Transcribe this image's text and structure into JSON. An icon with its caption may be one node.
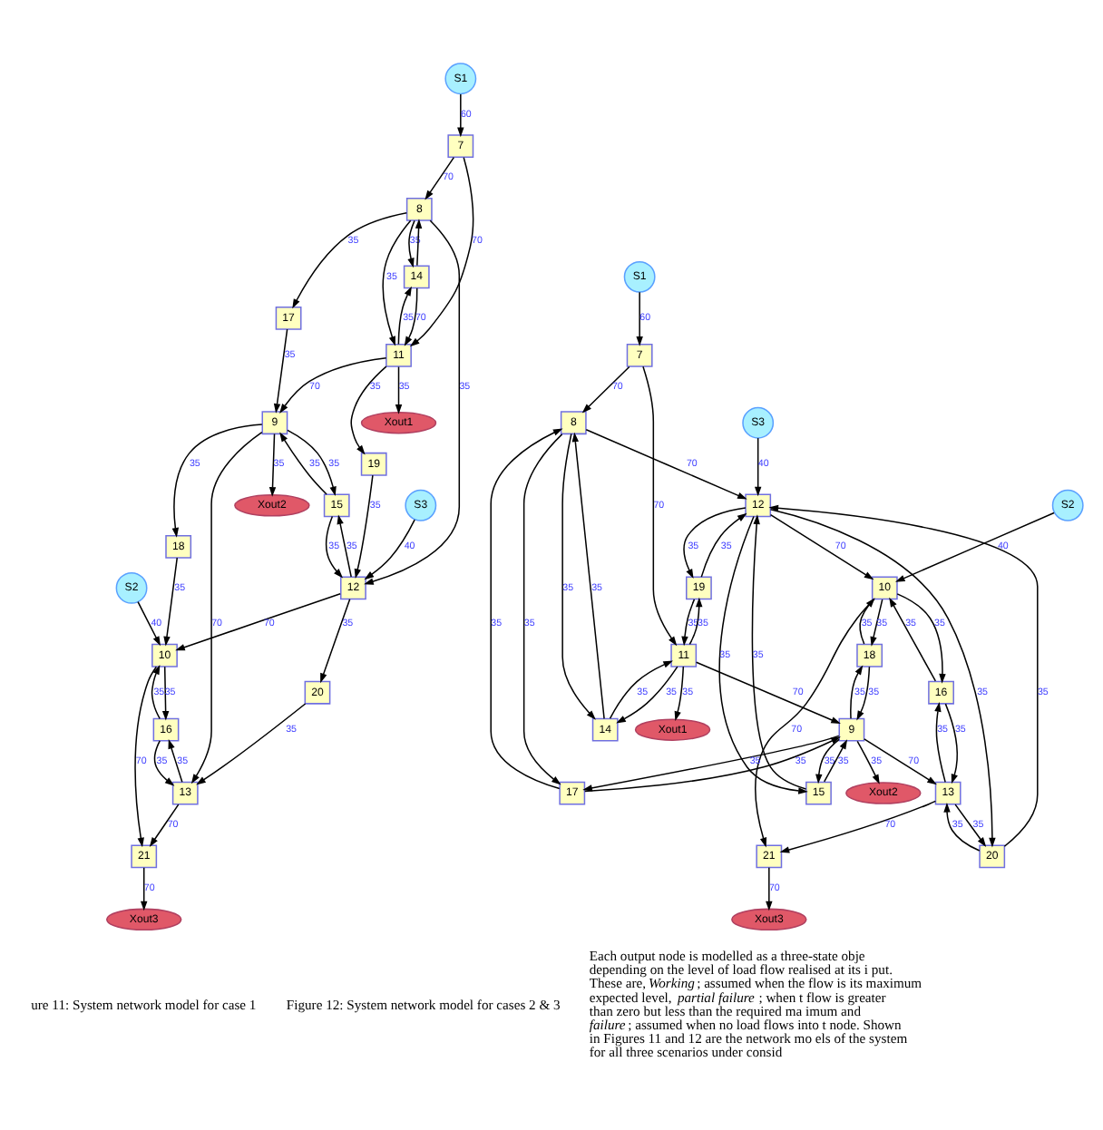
{
  "diagram": {
    "nodes": [
      {
        "text": [
          "S1"
        ]
      },
      {
        "text": [
          "7"
        ]
      },
      {
        "text": [
          "8"
        ]
      },
      {
        "text": [
          "14"
        ]
      },
      {
        "text": [
          "11"
        ]
      },
      {
        "text": [
          "17"
        ]
      },
      {
        "text": [
          "19"
        ]
      },
      {
        "text": [
          "Xout1"
        ]
      },
      {
        "text": [
          "S3"
        ]
      },
      {
        "text": [
          "12"
        ]
      },
      {
        "text": [
          "15"
        ]
      },
      {
        "text": [
          "20"
        ]
      },
      {
        "text": [
          "9"
        ]
      },
      {
        "text": [
          "S2"
        ]
      },
      {
        "text": [
          "18"
        ]
      },
      {
        "text": [
          "Xout2"
        ]
      },
      {
        "text": [
          "10"
        ]
      },
      {
        "text": [
          "16"
        ]
      },
      {
        "text": [
          "13"
        ]
      },
      {
        "text": [
          "21"
        ]
      },
      {
        "text": [
          "Xout3"
        ]
      },
      {
        "text": [
          "S1"
        ]
      },
      {
        "text": [
          "7"
        ]
      },
      {
        "text": [
          "8"
        ]
      },
      {
        "text": [
          "S3"
        ]
      },
      {
        "text": [
          "12"
        ]
      },
      {
        "text": [
          "S2"
        ]
      },
      {
        "text": [
          "10"
        ]
      },
      {
        "text": [
          "19"
        ]
      },
      {
        "text": [
          "16"
        ]
      },
      {
        "text": [
          "18"
        ]
      },
      {
        "text": [
          "11"
        ]
      },
      {
        "text": [
          "14"
        ]
      },
      {
        "text": [
          "9"
        ]
      },
      {
        "text": [
          "Xout1"
        ]
      },
      {
        "text": [
          "17"
        ]
      },
      {
        "text": [
          "13"
        ]
      },
      {
        "text": [
          "Xout2"
        ]
      },
      {
        "text": [
          "15"
        ]
      },
      {
        "text": [
          "21"
        ]
      },
      {
        "text": [
          "20"
        ]
      },
      {
        "text": [
          "Xout3"
        ]
      }
    ],
    "edges": [
      {
        "from": 0,
        "to": 1,
        "arrow": "to",
        "label": "60"
      },
      {
        "from": 1,
        "to": 2,
        "arrow": "to",
        "label": "70"
      },
      {
        "from": 1,
        "to": 4,
        "arrow": "to",
        "label": "70"
      },
      {
        "from": 2,
        "to": 3,
        "arrow": "to",
        "label": "35"
      },
      {
        "from": 3,
        "to": 2,
        "arrow": "to"
      },
      {
        "from": 2,
        "to": 9,
        "arrow": "to",
        "label": "35"
      },
      {
        "from": 2,
        "to": 5,
        "arrow": "to",
        "label": "35"
      },
      {
        "from": 3,
        "to": 4,
        "arrow": "to",
        "label": "70"
      },
      {
        "from": 4,
        "to": 3,
        "arrow": "to",
        "label": "35"
      },
      {
        "from": 2,
        "to": 4,
        "arrow": "to",
        "label": "35"
      },
      {
        "from": 4,
        "to": 6,
        "arrow": "to",
        "label": "35"
      },
      {
        "from": 4,
        "to": 7,
        "arrow": "to",
        "label": "35"
      },
      {
        "from": 4,
        "to": 12,
        "arrow": "to",
        "label": "70"
      },
      {
        "from": 5,
        "to": 12,
        "arrow": "to",
        "label": "35"
      },
      {
        "from": 8,
        "to": 9,
        "arrow": "to",
        "label": "40"
      },
      {
        "from": 6,
        "to": 9,
        "arrow": "to",
        "label": "35"
      },
      {
        "from": 9,
        "to": 10,
        "arrow": "to",
        "label": "35"
      },
      {
        "from": 10,
        "to": 9,
        "arrow": "to",
        "label": "35"
      },
      {
        "from": 9,
        "to": 11,
        "arrow": "to",
        "label": "35"
      },
      {
        "from": 9,
        "to": 16,
        "arrow": "to",
        "label": "70"
      },
      {
        "from": 10,
        "to": 12,
        "arrow": "to",
        "label": "35"
      },
      {
        "from": 12,
        "to": 10,
        "arrow": "to",
        "label": "35"
      },
      {
        "from": 12,
        "to": 14,
        "arrow": "to",
        "label": "35"
      },
      {
        "from": 12,
        "to": 15,
        "arrow": "to",
        "label": "35"
      },
      {
        "from": 12,
        "to": 18,
        "arrow": "to",
        "label": "70"
      },
      {
        "from": 13,
        "to": 16,
        "arrow": "to",
        "label": "40"
      },
      {
        "from": 14,
        "to": 16,
        "arrow": "to",
        "label": "35"
      },
      {
        "from": 11,
        "to": 18,
        "arrow": "to",
        "label": "35"
      },
      {
        "from": 16,
        "to": 17,
        "arrow": "to",
        "label": "35"
      },
      {
        "from": 17,
        "to": 16,
        "arrow": "to",
        "label": "35"
      },
      {
        "from": 16,
        "to": 19,
        "arrow": "to",
        "label": "70"
      },
      {
        "from": 17,
        "to": 18,
        "arrow": "to",
        "label": "35"
      },
      {
        "from": 18,
        "to": 17,
        "arrow": "to",
        "label": "35"
      },
      {
        "from": 18,
        "to": 19,
        "arrow": "to",
        "label": "70"
      },
      {
        "from": 19,
        "to": 20,
        "arrow": "to",
        "label": "70"
      },
      {
        "from": 21,
        "to": 22,
        "arrow": "to",
        "label": "60"
      },
      {
        "from": 22,
        "to": 23,
        "arrow": "to",
        "label": "70"
      },
      {
        "from": 22,
        "to": 31,
        "arrow": "to",
        "label": "70"
      },
      {
        "from": 23,
        "to": 25,
        "arrow": "to",
        "label": "70"
      },
      {
        "from": 24,
        "to": 25,
        "arrow": "to",
        "label": "40"
      },
      {
        "from": 26,
        "to": 27,
        "arrow": "to",
        "label": "40"
      },
      {
        "from": 25,
        "to": 27,
        "arrow": "to",
        "label": "70"
      },
      {
        "from": 25,
        "to": 28,
        "arrow": "to",
        "label": "35"
      },
      {
        "from": 28,
        "to": 25,
        "arrow": "to",
        "label": "35"
      },
      {
        "from": 23,
        "to": 32,
        "arrow": "to",
        "label": "35"
      },
      {
        "from": 32,
        "to": 23,
        "arrow": "to",
        "label": "35"
      },
      {
        "from": 23,
        "to": 35,
        "arrow": "to",
        "label": "35"
      },
      {
        "from": 35,
        "to": 23,
        "arrow": "to",
        "label": "35"
      },
      {
        "from": 27,
        "to": 29,
        "arrow": "to",
        "label": "35"
      },
      {
        "from": 29,
        "to": 27,
        "arrow": "to",
        "label": "35"
      },
      {
        "from": 27,
        "to": 30,
        "arrow": "to",
        "label": "35"
      },
      {
        "from": 30,
        "to": 27,
        "arrow": "to",
        "label": "35"
      },
      {
        "from": 28,
        "to": 31,
        "arrow": "to",
        "label": "35"
      },
      {
        "from": 31,
        "to": 28,
        "arrow": "to",
        "label": "35"
      },
      {
        "from": 31,
        "to": 33,
        "arrow": "to",
        "label": "70"
      },
      {
        "from": 31,
        "to": 32,
        "arrow": "to",
        "label": "35"
      },
      {
        "from": 32,
        "to": 31,
        "arrow": "to",
        "label": "35"
      },
      {
        "from": 31,
        "to": 34,
        "arrow": "to",
        "label": "35"
      },
      {
        "from": 25,
        "to": 38,
        "arrow": "to",
        "label": "35"
      },
      {
        "from": 38,
        "to": 25,
        "arrow": "to",
        "label": "35"
      },
      {
        "from": 25,
        "to": 40,
        "arrow": "to",
        "label": "35"
      },
      {
        "from": 40,
        "to": 25,
        "arrow": "to",
        "label": "35"
      },
      {
        "from": 30,
        "to": 33,
        "arrow": "to",
        "label": "35"
      },
      {
        "from": 33,
        "to": 30,
        "arrow": "to",
        "label": "35"
      },
      {
        "from": 29,
        "to": 36,
        "arrow": "to",
        "label": "35"
      },
      {
        "from": 36,
        "to": 29,
        "arrow": "to",
        "label": "35"
      },
      {
        "from": 33,
        "to": 35,
        "arrow": "to",
        "label": "35"
      },
      {
        "from": 35,
        "to": 33,
        "arrow": "to",
        "label": "35"
      },
      {
        "from": 33,
        "to": 36,
        "arrow": "to",
        "label": "70"
      },
      {
        "from": 33,
        "to": 37,
        "arrow": "to",
        "label": "35"
      },
      {
        "from": 33,
        "to": 38,
        "arrow": "to",
        "label": "35"
      },
      {
        "from": 38,
        "to": 33,
        "arrow": "to",
        "label": "35"
      },
      {
        "from": 27,
        "to": 39,
        "arrow": "to",
        "label": "70"
      },
      {
        "from": 36,
        "to": 39,
        "arrow": "to",
        "label": "70"
      },
      {
        "from": 36,
        "to": 40,
        "arrow": "to",
        "label": "35"
      },
      {
        "from": 40,
        "to": 36,
        "arrow": "to",
        "label": "35"
      },
      {
        "from": 39,
        "to": 41,
        "arrow": "to",
        "label": "70"
      }
    ],
    "labels": [
      "ure 11: System network model for case 1",
      "Figure 12: System network model for cases 2 & 3",
      "Each output node is modelled as a three-state obje depending on the level of load flow realised at its i put. These are, *Working*; assumed when the flow is its maximum expected level, *partial failure*; when t flow is greater than zero but less than the required ma imum and *failure*; assumed when no load flows into t node. Shown in Figures 11 and 12 are the network mo els of the system for all three scenarios under consid"
    ]
  }
}
